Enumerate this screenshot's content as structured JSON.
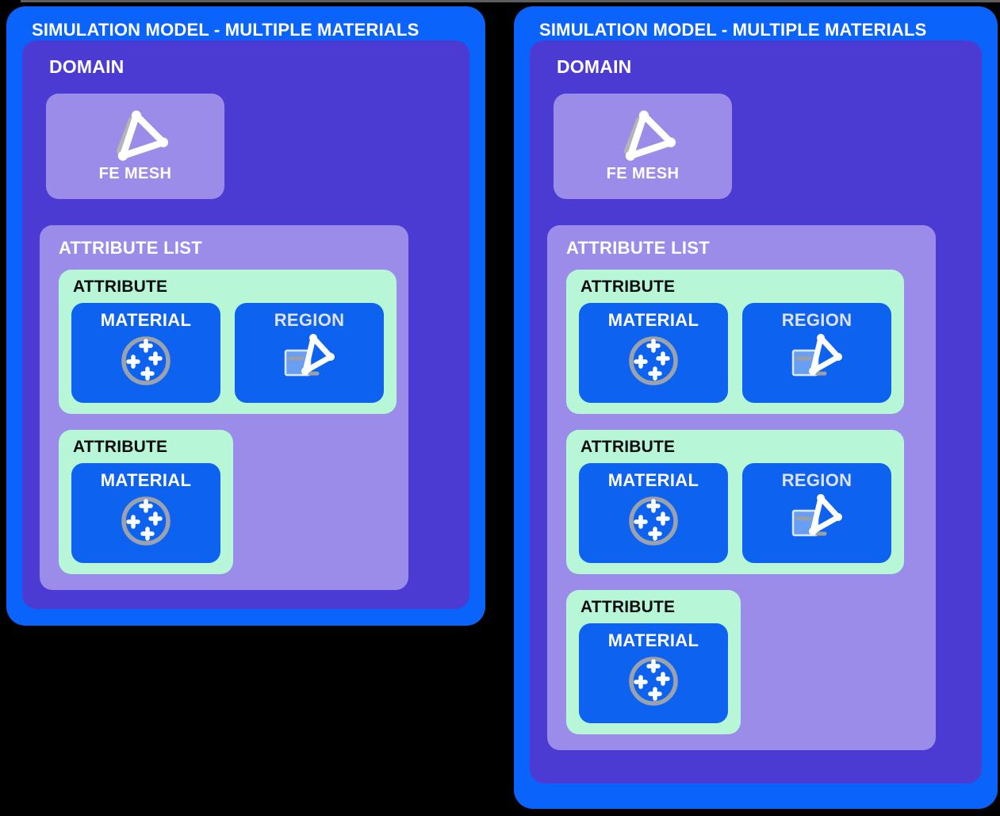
{
  "colors": {
    "page_background": "#000000",
    "panel_blue": "#0a64fb",
    "domain_purple": "#4c3bd3",
    "light_purple": "#9b8ce9",
    "mint_green": "#b8f6d8",
    "card_blue": "#0d62f0",
    "attribute_text": "#0c0c12",
    "white_text": "#ffffff",
    "region_text": "#dde3f0",
    "material_ring_gray": "#9ba2ab"
  },
  "panels": [
    {
      "title": "SIMULATION MODEL - MULTIPLE MATERIALS",
      "domain": {
        "label": "DOMAIN",
        "fe_mesh": {
          "label": "FE MESH",
          "icon": "fe-mesh-triangle-icon"
        },
        "attribute_list": {
          "label": "ATTRIBUTE LIST",
          "groups": [
            {
              "label": "ATTRIBUTE",
              "items": [
                {
                  "label": "MATERIAL",
                  "icon": "material-particles-icon"
                },
                {
                  "label": "REGION",
                  "icon": "region-mesh-selection-icon"
                }
              ]
            },
            {
              "label": "ATTRIBUTE",
              "items": [
                {
                  "label": "MATERIAL",
                  "icon": "material-particles-icon"
                }
              ]
            }
          ]
        }
      }
    },
    {
      "title": "SIMULATION MODEL - MULTIPLE MATERIALS",
      "domain": {
        "label": "DOMAIN",
        "fe_mesh": {
          "label": "FE MESH",
          "icon": "fe-mesh-triangle-icon"
        },
        "attribute_list": {
          "label": "ATTRIBUTE LIST",
          "groups": [
            {
              "label": "ATTRIBUTE",
              "items": [
                {
                  "label": "MATERIAL",
                  "icon": "material-particles-icon"
                },
                {
                  "label": "REGION",
                  "icon": "region-mesh-selection-icon"
                }
              ]
            },
            {
              "label": "ATTRIBUTE",
              "items": [
                {
                  "label": "MATERIAL",
                  "icon": "material-particles-icon"
                },
                {
                  "label": "REGION",
                  "icon": "region-mesh-selection-icon"
                }
              ]
            },
            {
              "label": "ATTRIBUTE",
              "items": [
                {
                  "label": "MATERIAL",
                  "icon": "material-particles-icon"
                }
              ]
            }
          ]
        }
      }
    }
  ]
}
